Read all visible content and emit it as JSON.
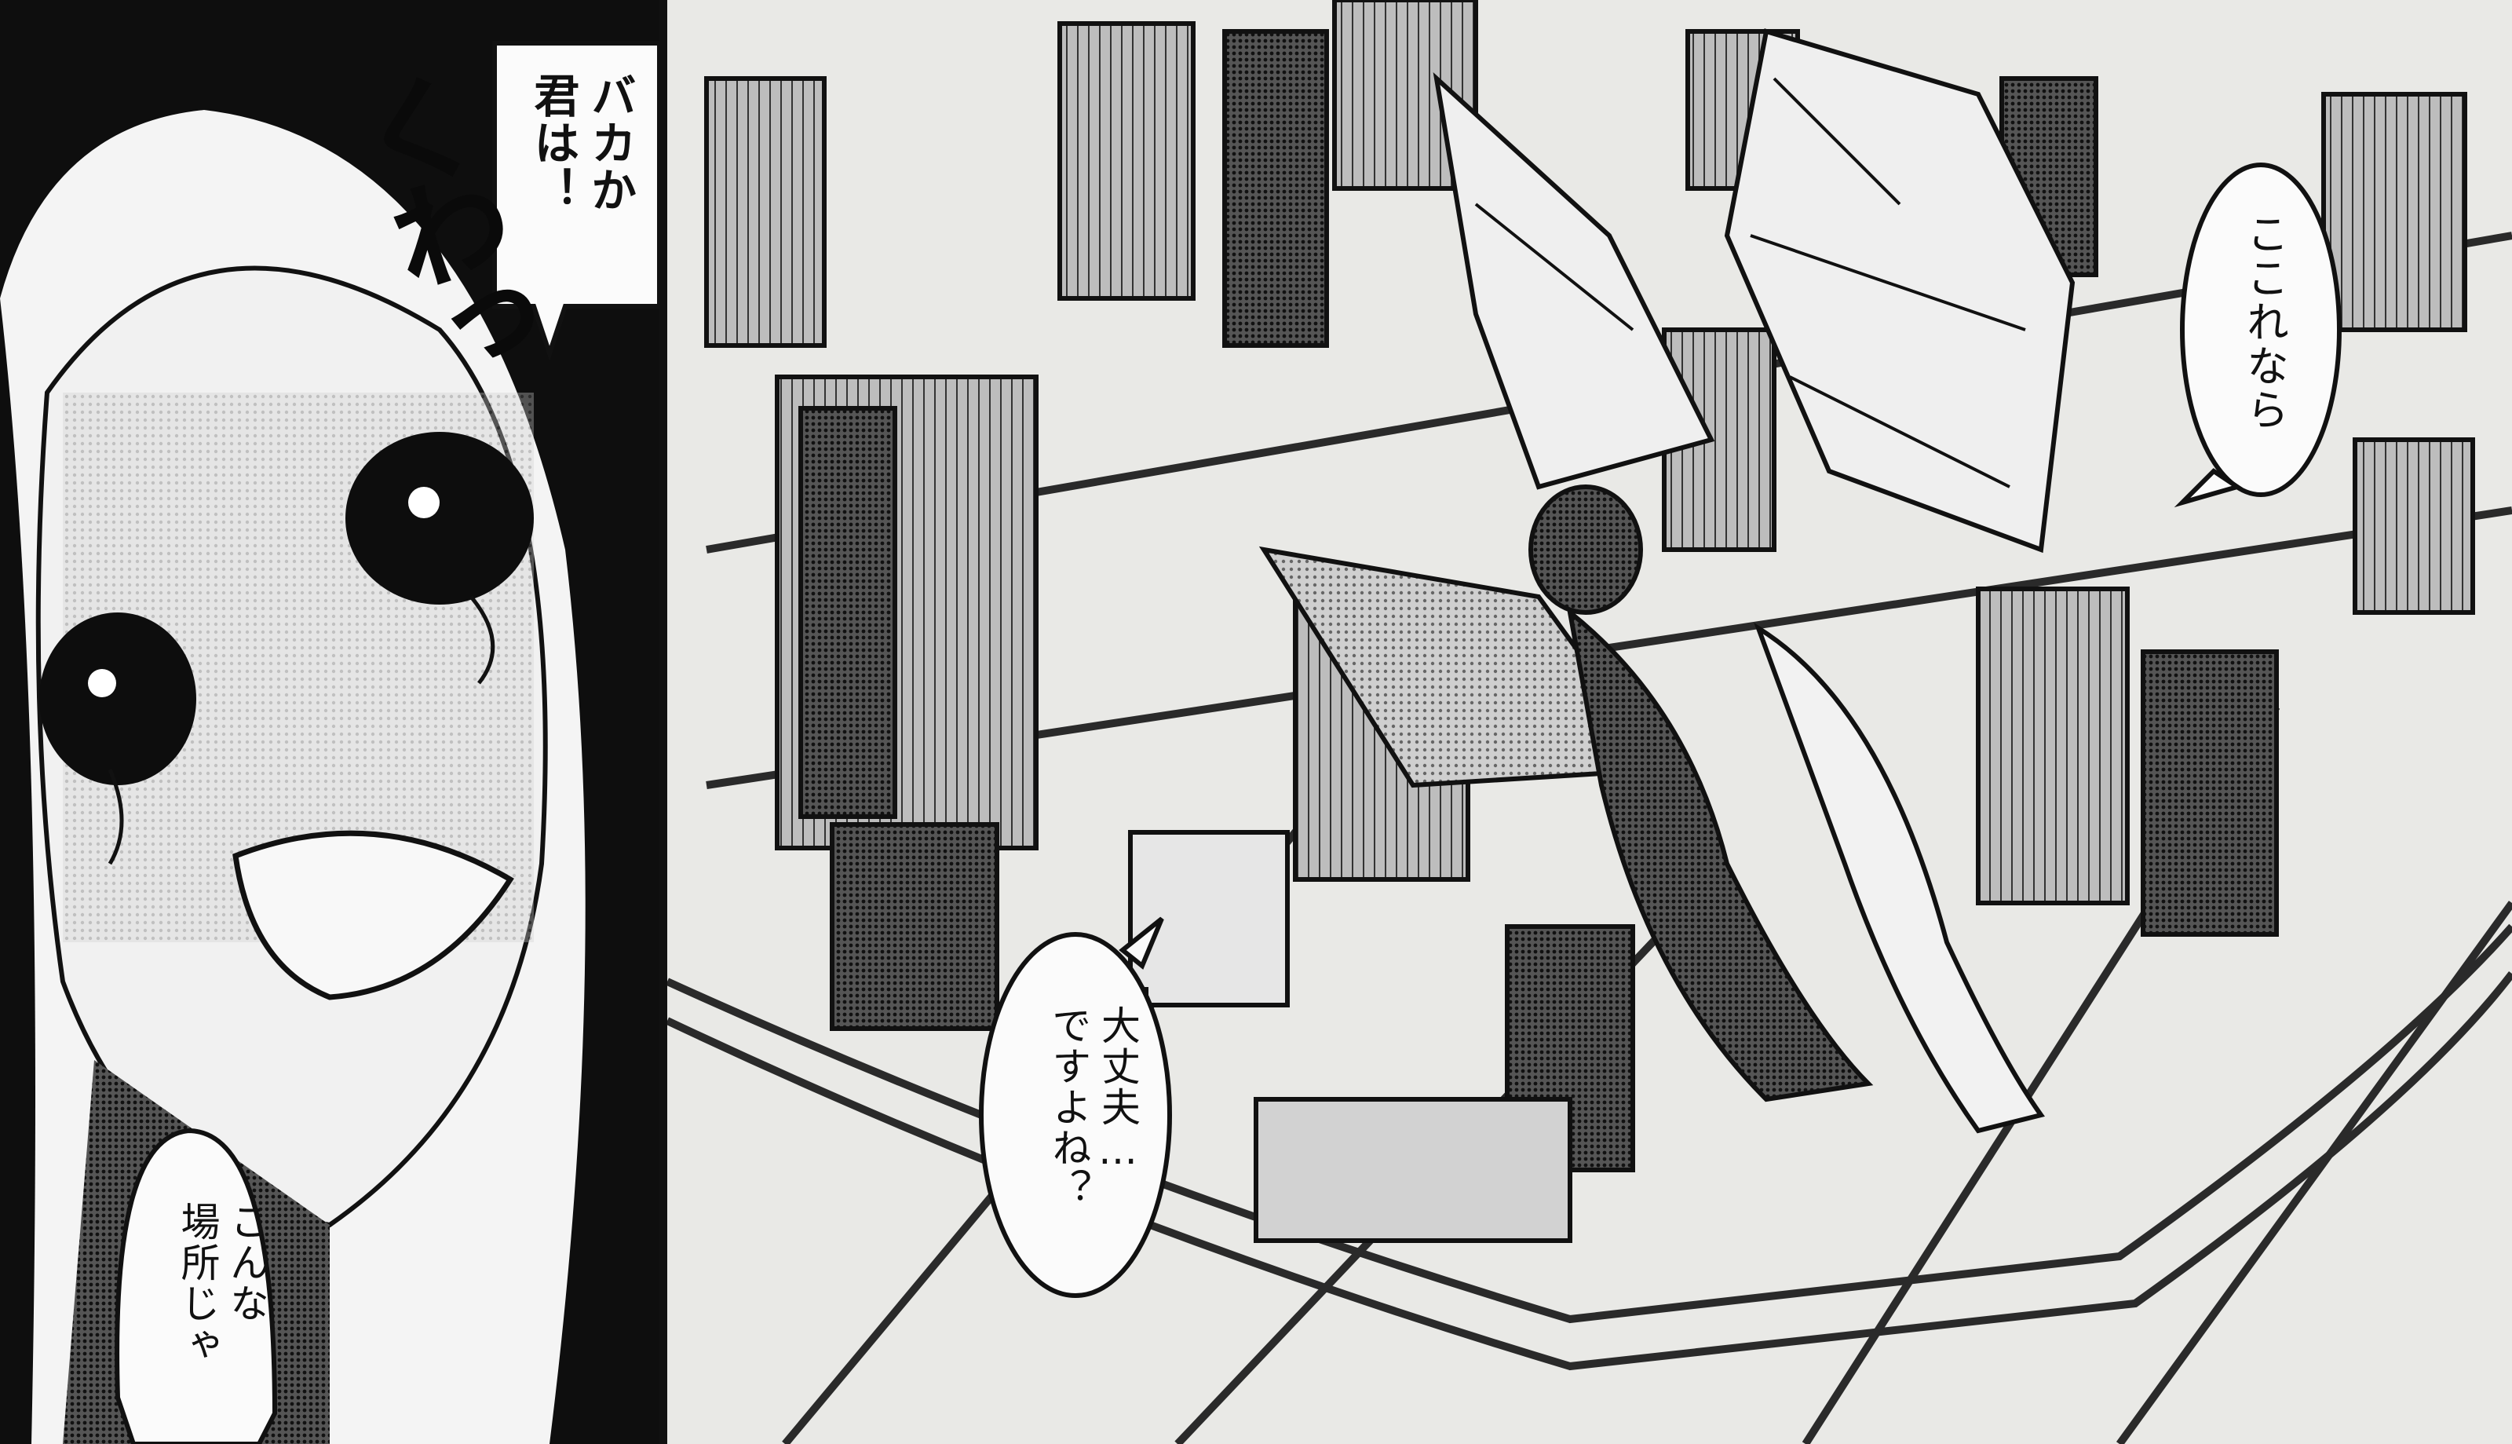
{
  "panels": {
    "left": {
      "speech": [
        "バカか\n君は！"
      ],
      "sfx": "くわっ",
      "caption": "こんな\n場所じゃ"
    },
    "right": {
      "speech_top": "ここれなら",
      "speech_bottom": "大丈夫…\nですよね？"
    }
  },
  "colors": {
    "ink": "#111111",
    "paper": "#f3f3f1",
    "screentone": "#8a8a8a"
  }
}
